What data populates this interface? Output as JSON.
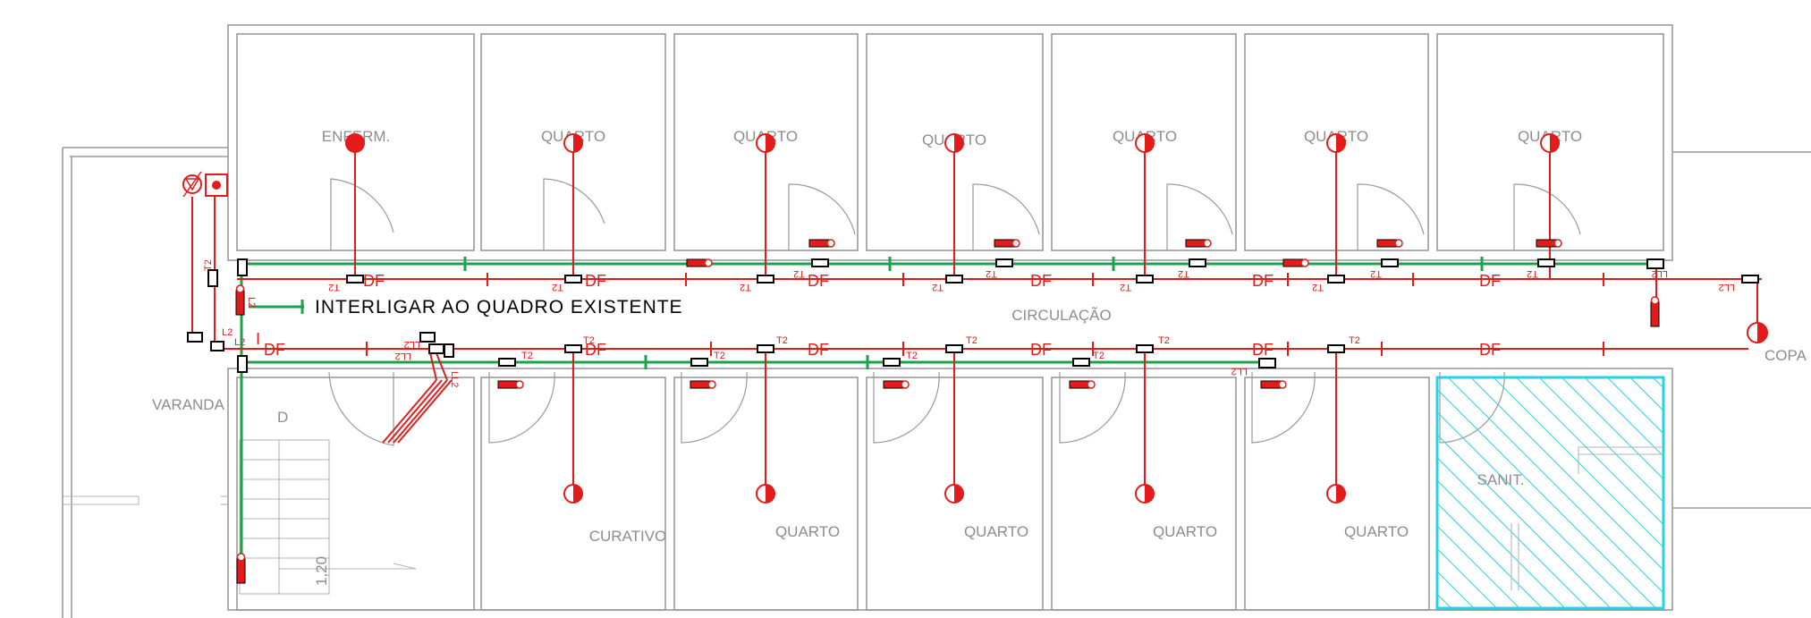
{
  "rooms": {
    "top": [
      "ENFERM.",
      "QUARTO",
      "QUARTO",
      "QUARTO",
      "QUARTO",
      "QUARTO",
      "QUARTO"
    ],
    "bottom": [
      "CURATIVO",
      "QUARTO",
      "QUARTO",
      "QUARTO",
      "QUARTO"
    ],
    "circulation": "CIRCULAÇÃO",
    "veranda": "VARANDA",
    "copa": "COPA",
    "sanit": "SANIT."
  },
  "annotations": {
    "interconnect": "INTERLIGAR AO QUADRO EXISTENTE",
    "stair_direction": "D",
    "stair_width": "1,20",
    "cable_label": "DF",
    "tag_t2": "T2",
    "tag_l2": "L2",
    "tag_ll2": "LL2",
    "tag_i": "I"
  },
  "colors": {
    "walls": "#9a9a9a",
    "green_conduit": "#1aa34a",
    "red_circuit": "#e31b1b",
    "sanitary_hatch": "#27d2e6"
  }
}
